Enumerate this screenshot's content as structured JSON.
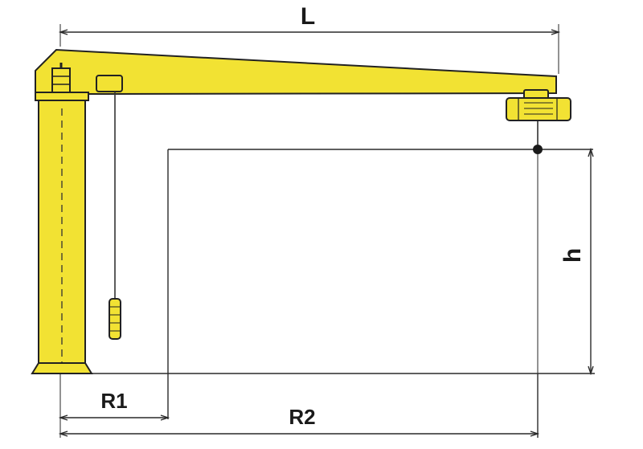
{
  "diagram": {
    "colors": {
      "structure": "#f2e233",
      "outline": "#222222",
      "dimension_lines": "#2a2a2a",
      "background": "#ffffff"
    },
    "labels": {
      "length": "L",
      "height": "h",
      "radius_inner": "R1",
      "radius_outer": "R2"
    },
    "components": [
      "column",
      "jib-arm",
      "base-plate",
      "bolt-cap",
      "end-stop",
      "electric-hoist",
      "load-chain",
      "hook-block"
    ]
  }
}
